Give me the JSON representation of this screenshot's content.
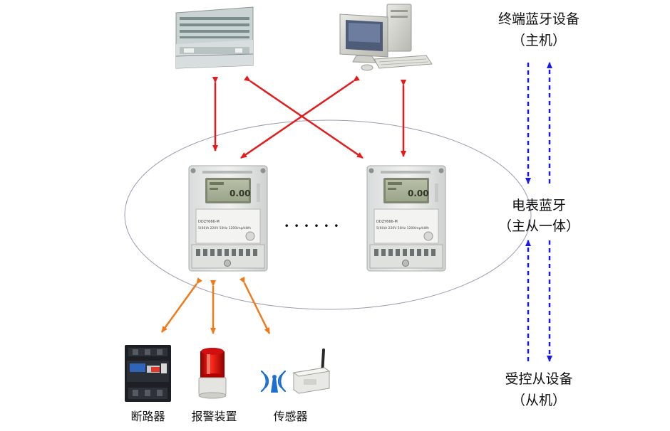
{
  "right_labels": {
    "terminal_line1": "终端蓝牙设备",
    "terminal_line2": "（主机）",
    "meter_line1": "电表蓝牙",
    "meter_line2": "（主从一体）",
    "controlled_line1": "受控从设备",
    "controlled_line2": "（从机）"
  },
  "devices": {
    "breaker": "断路器",
    "alarm": "报警装置",
    "sensor": "传感器"
  },
  "ellipsis": "· · · · · ·",
  "meter_left": {
    "screen_value": "0.00",
    "brand": "DDZY666-M",
    "spec": "5(60)A  220V  50Hz  1200imp/kWh"
  },
  "meter_right": {
    "screen_value": "0.00",
    "brand": "DDZY666-M",
    "spec": "5(60)A  220V  50Hz  1200imp/kWh"
  },
  "colors": {
    "red_arrow": "#e51b1b",
    "orange_arrow": "#f07a1a",
    "blue_arrow": "#1a1ae6",
    "ellipse": "#9a9ab0"
  },
  "icons": {
    "test_bench": "meter-test-bench-icon",
    "computer": "desktop-computer-icon",
    "breaker": "circuit-breaker-icon",
    "alarm": "alarm-beacon-icon",
    "sensor": "wireless-sensor-icon"
  }
}
